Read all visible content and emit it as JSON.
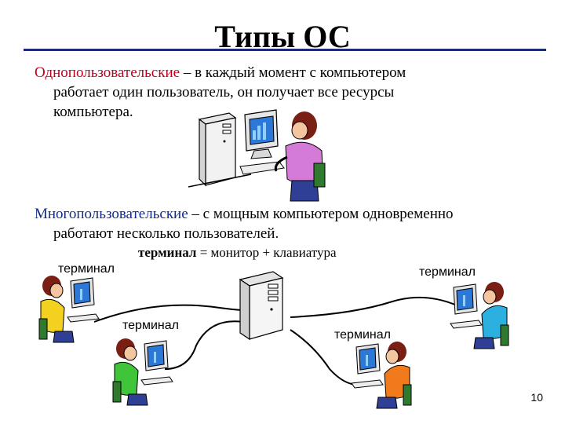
{
  "title": "Типы ОС",
  "single": {
    "term": "Однопользовательские",
    "line1_rest": " – в каждый момент с компьютером",
    "line2": "работает один пользователь, он получает все ресурсы",
    "line3": "компьютера."
  },
  "multi": {
    "term": "Многопользовательские",
    "line1_rest": " – с мощным компьютером одновременно",
    "line2": "работают несколько пользователей."
  },
  "note": {
    "bold": "терминал",
    "rest": " = монитор + клавиатура"
  },
  "labels": {
    "terminal_top_left": "терминал",
    "terminal_top_right": "терминал",
    "terminal_mid_left": "терминал",
    "terminal_mid_right": "терминал"
  },
  "page_number": "10",
  "colors": {
    "single_term": "#c0001e",
    "multi_term": "#102b8c",
    "title_rule": "#1f2a7a"
  },
  "icons": [
    "server-tower-icon",
    "user-at-computer-icon",
    "terminal-user-icon"
  ]
}
